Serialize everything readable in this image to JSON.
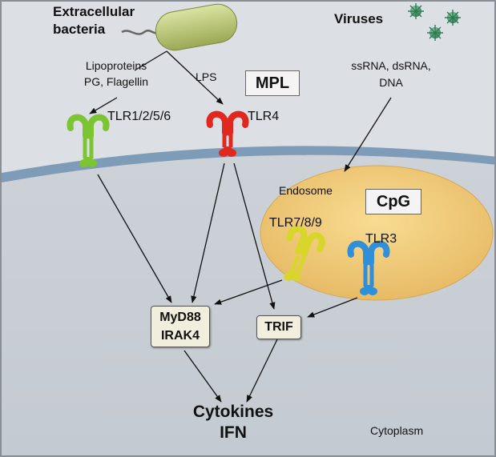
{
  "labels": {
    "bacteria": "Extracellular\nbacteria",
    "viruses": "Viruses",
    "bacterial_ligands": "Lipoproteins\nPG, Flagellin",
    "lps": "LPS",
    "mpl": "MPL",
    "viral_ligands": "ssRNA, dsRNA,\nDNA",
    "tlr1256": "TLR1/2/5/6",
    "tlr4": "TLR4",
    "endosome": "Endosome",
    "cpg": "CpG",
    "tlr789": "TLR7/8/9",
    "tlr3": "TLR3",
    "myd88": "MyD88\nIRAK4",
    "trif": "TRIF",
    "output": "Cytokines\nIFN",
    "cytoplasm": "Cytoplasm"
  },
  "colors": {
    "tlr1256": "#7cc432",
    "tlr4": "#e0281e",
    "tlr789": "#d8d62a",
    "tlr3": "#2f8fd8",
    "endosome": "#f1cd7c",
    "membrane": "#7e9cb8",
    "bacterium": "#b8c476",
    "virus": "#3f9a6a"
  }
}
